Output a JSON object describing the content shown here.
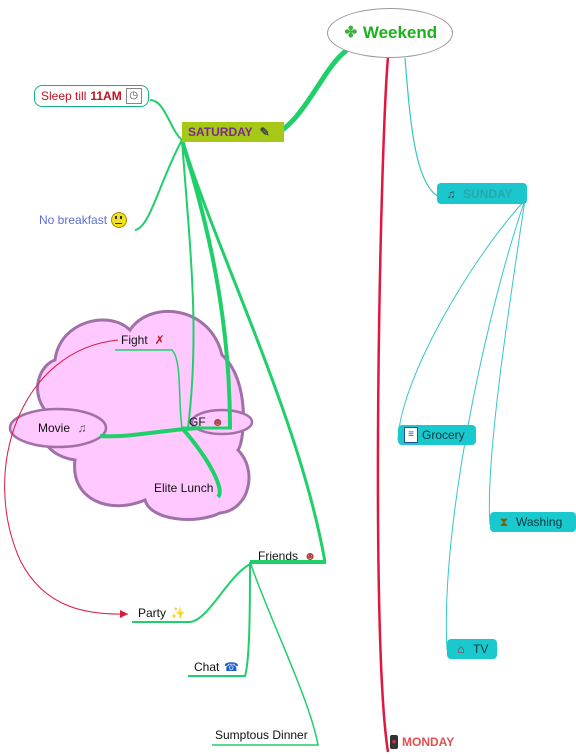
{
  "root": {
    "label": "Weekend",
    "icon": "clover-icon"
  },
  "saturday": {
    "label": "SATURDAY",
    "icon": "pencil-icon",
    "children": {
      "sleep": {
        "text": "Sleep till ",
        "bold": "11AM",
        "icon": "clock-icon"
      },
      "no_breakfast": {
        "label": "No breakfast",
        "icon": "smiley-icon"
      },
      "gf": {
        "label": "GF",
        "icon": "girl-icon",
        "children": {
          "fight": {
            "label": "Fight",
            "icon": "fight-icon"
          },
          "movie": {
            "label": "Movie",
            "icon": "music-note-icon"
          },
          "elite_lunch": {
            "label": "Elite Lunch"
          }
        }
      },
      "friends": {
        "label": "Friends",
        "icon": "people-icon",
        "children": {
          "party": {
            "label": "Party",
            "icon": "magic-wand-icon"
          },
          "chat": {
            "label": "Chat",
            "icon": "phone-icon"
          },
          "dinner": {
            "label": "Sumptous Dinner"
          }
        }
      }
    }
  },
  "sunday": {
    "label": "SUNDAY",
    "icon": "music-note-icon",
    "children": {
      "grocery": {
        "label": "Grocery",
        "icon": "list-icon"
      },
      "washing": {
        "label": "Washing",
        "icon": "hourglass-icon"
      },
      "tv": {
        "label": "TV",
        "icon": "house-icon"
      }
    }
  },
  "monday": {
    "label": "MONDAY",
    "icon": "traffic-light-icon"
  },
  "colors": {
    "branch_green": "#1fcf6a",
    "branch_teal": "#35c5c9",
    "branch_red": "#e0173f",
    "cloud_fill": "#ffc8ff",
    "cloud_stroke": "#a070a8",
    "root_text": "#1bb21b",
    "saturday_fill": "#a6c816",
    "sunday_fill": "#19c7cc"
  }
}
